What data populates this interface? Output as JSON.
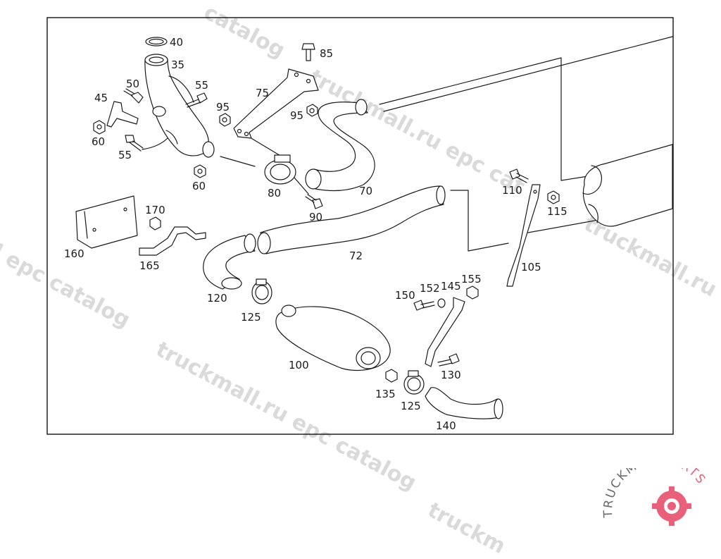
{
  "watermark_text": "truckmall.ru epc catalog",
  "watermark_fragments": [
    "catalog",
    "l epc catalog",
    "truckmall.ru epc cat",
    "truckmall.ru e",
    "truckmall.ru epc catalog",
    "truckm"
  ],
  "logo": {
    "text_dark": "TRUCKMALL",
    "text_accent": "PARTS",
    "accent_color": "#e8607a"
  },
  "colors": {
    "line": "#1a1a1a",
    "frame": "#000000",
    "watermark": "#d4d4d4"
  },
  "parts": [
    {
      "ref": "40"
    },
    {
      "ref": "35"
    },
    {
      "ref": "85"
    },
    {
      "ref": "50"
    },
    {
      "ref": "55"
    },
    {
      "ref": "45"
    },
    {
      "ref": "75"
    },
    {
      "ref": "95"
    },
    {
      "ref": "95"
    },
    {
      "ref": "60"
    },
    {
      "ref": "55"
    },
    {
      "ref": "60"
    },
    {
      "ref": "80"
    },
    {
      "ref": "70"
    },
    {
      "ref": "110"
    },
    {
      "ref": "115"
    },
    {
      "ref": "90"
    },
    {
      "ref": "170"
    },
    {
      "ref": "160"
    },
    {
      "ref": "72"
    },
    {
      "ref": "165"
    },
    {
      "ref": "105"
    },
    {
      "ref": "120"
    },
    {
      "ref": "155"
    },
    {
      "ref": "152"
    },
    {
      "ref": "145"
    },
    {
      "ref": "150"
    },
    {
      "ref": "125"
    },
    {
      "ref": "100"
    },
    {
      "ref": "130"
    },
    {
      "ref": "135"
    },
    {
      "ref": "125"
    },
    {
      "ref": "140"
    }
  ]
}
